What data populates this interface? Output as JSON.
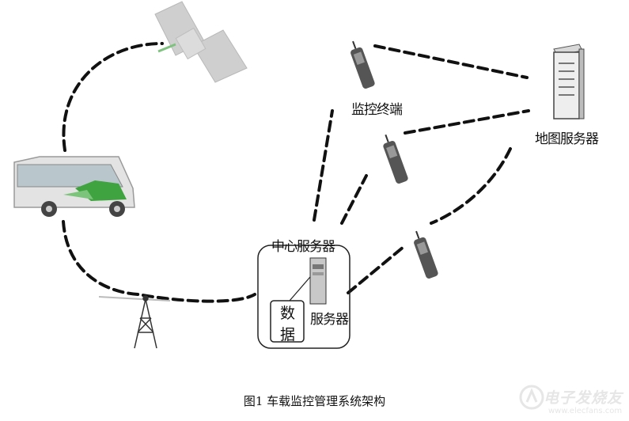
{
  "labels": {
    "monitor_terminal": "监控终端",
    "map_server": "地图服务器",
    "center_server": "中心服务器",
    "data_char1": "数",
    "data_char2": "据",
    "data_server": "服务器"
  },
  "caption": "图1  车载监控管理系统架构",
  "watermark": {
    "text": "电子发烧友",
    "url": "www.elecfans.com"
  }
}
